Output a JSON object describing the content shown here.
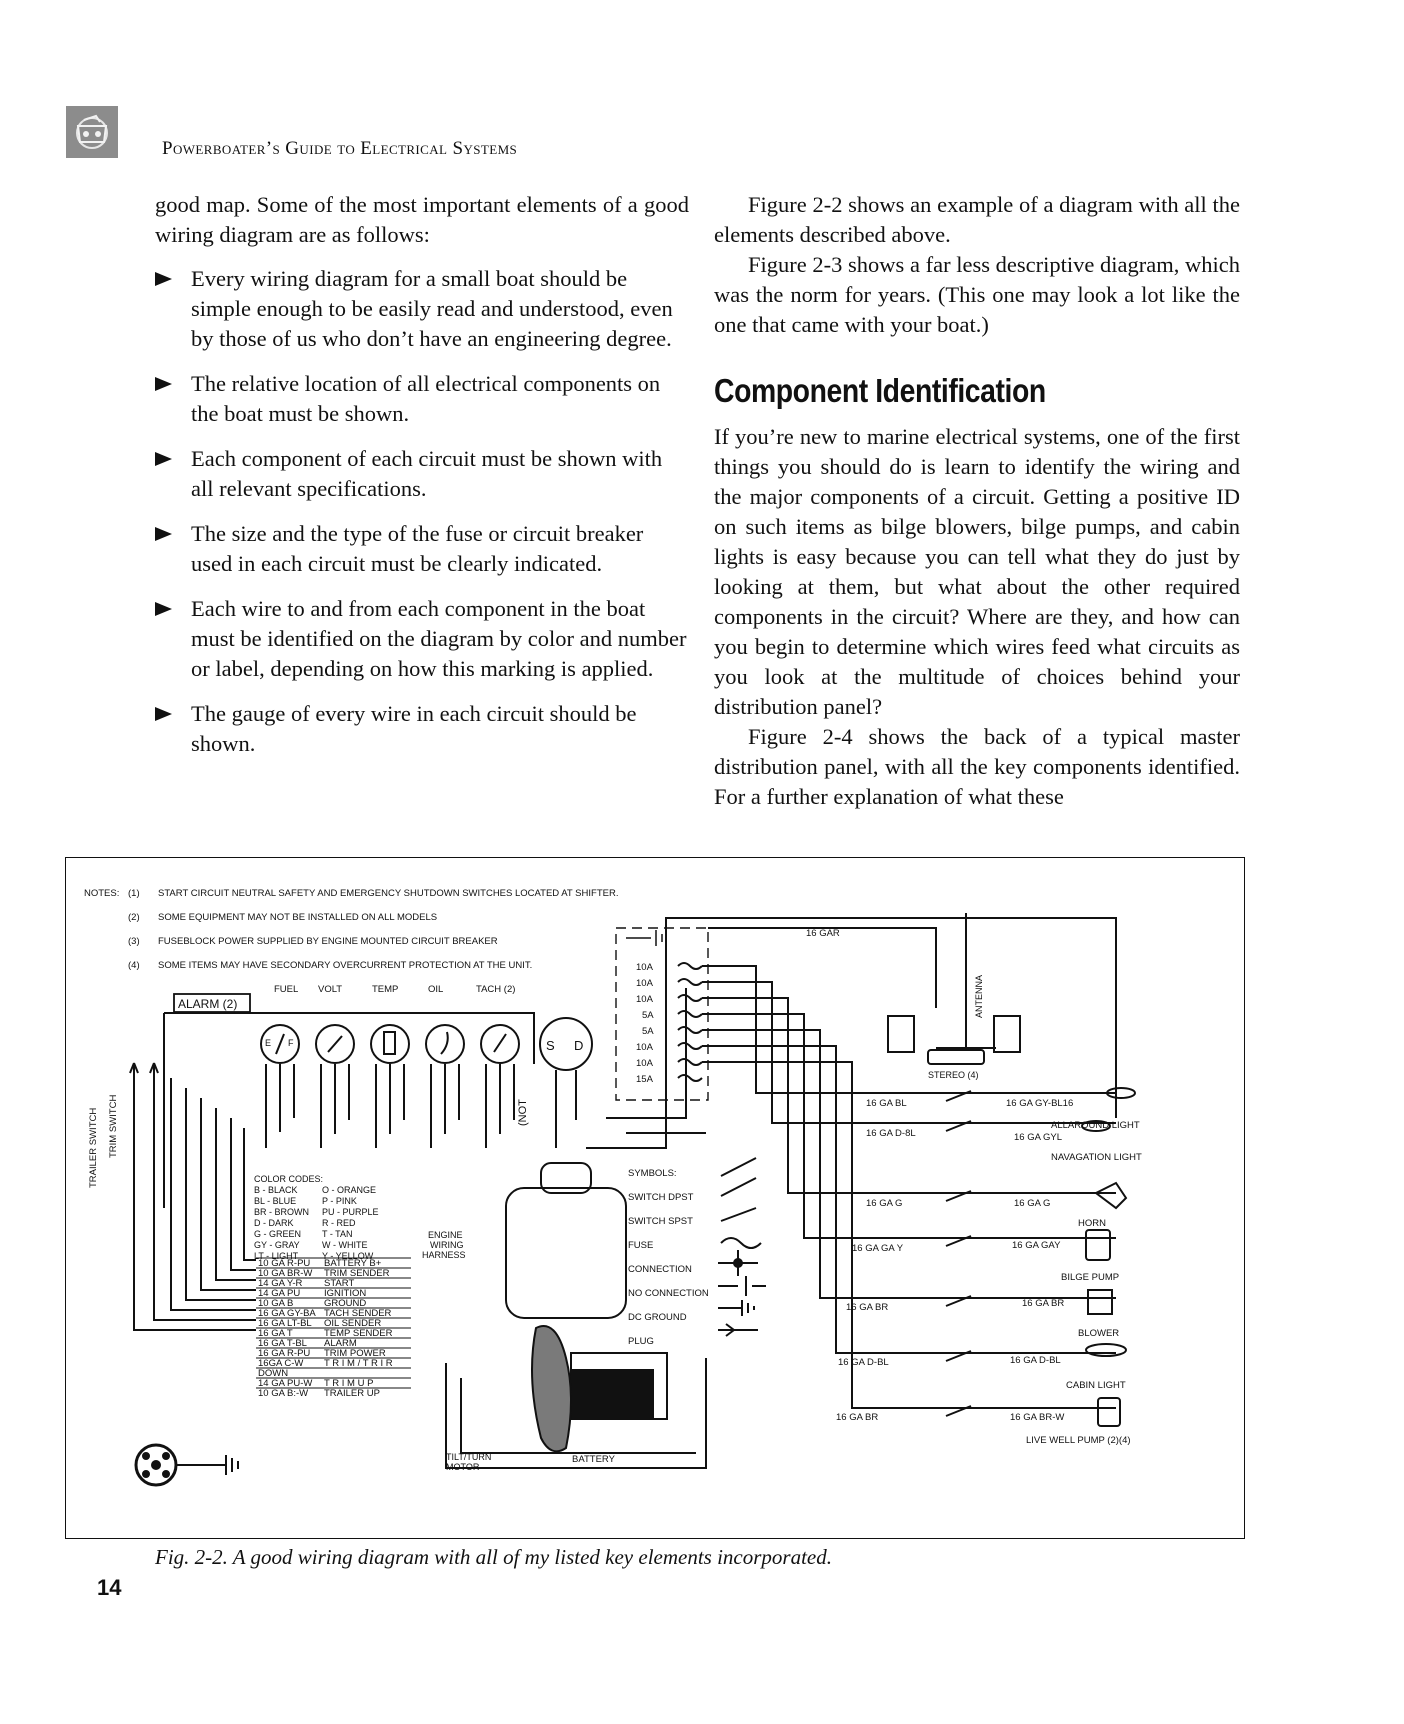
{
  "header": {
    "running_head": "Powerboater’s Guide to Electrical Systems"
  },
  "left_column": {
    "intro": "good map. Some of the most important elements of a good wiring diagram are as follows:",
    "bullets": [
      "Every wiring diagram for a small boat should be simple enough to be easily read and understood, even by those of us who don’t have an engineering degree.",
      "The relative location of all electrical components on the boat must be shown.",
      "Each component of each circuit must be shown with all relevant specifications.",
      "The size and the type of the fuse or circuit breaker used in each circuit must be clearly indicated.",
      "Each wire to and from each component in the boat must be identified on the diagram by color and number or label, depending on how this marking is applied.",
      "The gauge of every wire in each circuit should be shown."
    ]
  },
  "right_column": {
    "para1": "Figure 2-2 shows an example of a diagram with all the elements described above.",
    "para2": "Figure 2-3 shows a far less descriptive diagram, which was the norm for years. (This one may look a lot like the one that came with your boat.)",
    "section_heading": "Component Identification",
    "para3": "If you’re new to marine electrical systems, one of the first things you should do is learn to identify the wiring and the major components of a circuit. Getting a positive ID on such items as bilge blowers, bilge pumps, and cabin lights is easy because you can tell what they do just by looking at them, but what about the other required components in the circuit? Where are they, and how can you begin to determine which wires feed what circuits as you look at the multitude of choices behind your distribution panel?",
    "para4": "Figure 2-4 shows the back of a typical master distribution panel, with all the key components identified. For a further explanation of what these"
  },
  "diagram": {
    "notes_label": "NOTES:",
    "notes": [
      {
        "num": "(1)",
        "text": "START CIRCUIT NEUTRAL SAFETY AND EMERGENCY SHUTDOWN SWITCHES LOCATED AT SHIFTER."
      },
      {
        "num": "(2)",
        "text": "SOME EQUIPMENT MAY NOT BE INSTALLED ON ALL MODELS"
      },
      {
        "num": "(3)",
        "text": "FUSEBLOCK POWER SUPPLIED BY ENGINE MOUNTED CIRCUIT BREAKER"
      },
      {
        "num": "(4)",
        "text": "SOME ITEMS MAY HAVE SECONDARY OVERCURRENT PROTECTION AT THE UNIT."
      }
    ],
    "alarm_label": "ALARM (2)",
    "gauge_labels": [
      "FUEL",
      "VOLT",
      "TEMP",
      "OIL",
      "TACH (2)"
    ],
    "fuel_e": "E",
    "fuel_f": "F",
    "ignition_s": "S",
    "ignition_d": "D",
    "not_label": "(NOT",
    "trailer_switch": "TRAILER SWITCH",
    "trim_switch": "TRIM SWITCH",
    "fuses": [
      "10A",
      "10A",
      "10A",
      "5A",
      "5A",
      "10A",
      "10A",
      "15A"
    ],
    "top_wire": "16 GAR",
    "antenna": "ANTENNA",
    "stereo": "STEREO (4)",
    "color_codes_title": "COLOR CODES:",
    "color_codes_left": [
      "B -   BLACK",
      "BL -  BLUE",
      "BR - BROWN",
      "D -   DARK",
      "G -   GREEN",
      "GY - GRAY",
      "LT -  LIGHT"
    ],
    "color_codes_right": [
      "O -   ORANGE",
      "P -   PINK",
      "PU - PURPLE",
      "R -   RED",
      "T -   TAN",
      "W -  WHITE",
      "Y -   YELLOW"
    ],
    "harness_label": [
      "ENGINE",
      "WIRING",
      "HARNESS"
    ],
    "harness_rows": [
      {
        "gauge": "10 GA R-PU",
        "func": "BATTERY  B+"
      },
      {
        "gauge": "10 GA BR-W",
        "func": "TRIM  SENDER"
      },
      {
        "gauge": "14 GA Y-R",
        "func": "START"
      },
      {
        "gauge": "14 GA PU",
        "func": "IGNITION"
      },
      {
        "gauge": "10 GA B",
        "func": "GROUND"
      },
      {
        "gauge": "16 GA GY-BA",
        "func": "TACH  SENDER"
      },
      {
        "gauge": "16 GA LT-BL",
        "func": "OIL  SENDER"
      },
      {
        "gauge": "16 GA T",
        "func": "TEMP  SENDER"
      },
      {
        "gauge": "16 GA T-BL",
        "func": "ALARM"
      },
      {
        "gauge": "16 GA R-PU",
        "func": "TRIM   POWER"
      },
      {
        "gauge": "16GA C-W",
        "func": "T R I M / T R I R"
      },
      {
        "gauge": "DOWN",
        "func": ""
      },
      {
        "gauge": "14 GA PU-W",
        "func": "T R I M     U P"
      },
      {
        "gauge": " 10 GA B:-W",
        "func": "TRAILER UP"
      }
    ],
    "symbols_title": "SYMBOLS:",
    "symbols": [
      "SWITCH DPST",
      "SWITCH SPST",
      "FUSE",
      "CONNECTION",
      "NO CONNECTION",
      "DC GROUND",
      "PLUG"
    ],
    "tilt_turn": [
      "TILT/TURN",
      "MOTOR"
    ],
    "battery": "BATTERY",
    "circuits": [
      {
        "left": "16 GA BL",
        "right": "16 GA GY-BL16",
        "device": "ALLAROUND LIGHT"
      },
      {
        "left": "16 GA D-8L",
        "right": "16 GA GYL",
        "device": "NAVAGATION LIGHT"
      },
      {
        "left": "16 GA G",
        "right": "16 GA G",
        "device": "HORN"
      },
      {
        "left": "16 GA GA Y",
        "right": "16 GA GAY",
        "device": "BILGE PUMP"
      },
      {
        "left": "16 GA BR",
        "right": "16 GA BR",
        "device": "BLOWER"
      },
      {
        "left": "16 GA D-BL",
        "right": "16 GA D-BL",
        "device": "CABIN LIGHT"
      },
      {
        "left": "16 GA BR",
        "right": "16 GA BR-W",
        "device": "LIVE WELL PUMP (2)(4)"
      }
    ]
  },
  "caption": "Fig. 2-2. A good wiring diagram with all of my listed key elements incorporated.",
  "folio": "14"
}
